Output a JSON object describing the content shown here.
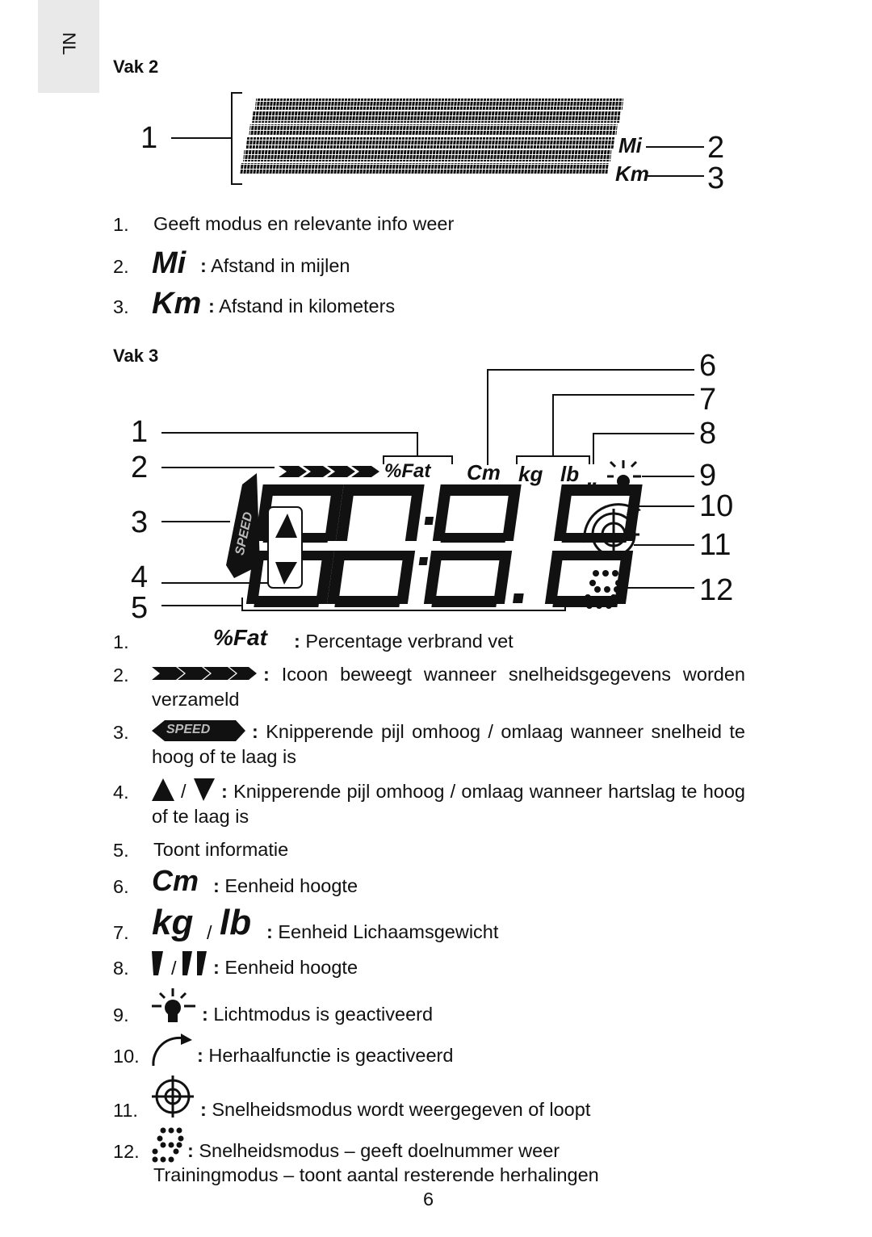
{
  "side_tab": "NL",
  "page_number": "6",
  "vak2": {
    "heading": "Vak 2",
    "labels": [
      "1",
      "2",
      "3"
    ],
    "lcd_mi": "Mi",
    "lcd_km": "Km",
    "items": [
      {
        "num": "1.",
        "text": "Geeft modus en relevante info weer"
      },
      {
        "num": "2.",
        "sep": ":",
        "text": "Afstand in mijlen",
        "icon": "mi-icon"
      },
      {
        "num": "3.",
        "sep": ":",
        "text": "Afstand in kilometers",
        "icon": "km-icon"
      }
    ]
  },
  "vak3": {
    "heading": "Vak 3",
    "labels_left": [
      "1",
      "2",
      "3",
      "4",
      "5"
    ],
    "labels_right": [
      "6",
      "7",
      "8",
      "9",
      "10",
      "11",
      "12"
    ],
    "lcd_fat": "%Fat",
    "lcd_cm": "Cm",
    "lcd_kg": "kg",
    "lcd_lb": "lb",
    "lcd_speed": "SPEED",
    "lcd_quote": "\"",
    "items": [
      {
        "num": "1.",
        "sep": ":",
        "text": "Percentage verbrand vet",
        "icon": "fat-icon"
      },
      {
        "num": "2.",
        "sep": ":",
        "text": "Icoon beweegt wanneer snelheidsgegevens worden verzameld",
        "icon": "chevron-arrows-icon"
      },
      {
        "num": "3.",
        "sep": ":",
        "text": "Knipperende pijl omhoog / omlaag wanneer snelheid te hoog of te laag is",
        "icon": "speed-icon"
      },
      {
        "num": "4.",
        "slash": "/",
        "sep": ":",
        "text": "Knipperende pijl omhoog / omlaag wanneer hartslag te hoog of te laag is",
        "icon": "heart-arrows-icon"
      },
      {
        "num": "5.",
        "text": "Toont informatie"
      },
      {
        "num": "6.",
        "sep": ":",
        "text": "Eenheid hoogte",
        "icon": "cm-icon"
      },
      {
        "num": "7.",
        "slash": "/",
        "sep": ":",
        "text": "Eenheid Lichaamsgewicht",
        "icon": "kg-lb-icon"
      },
      {
        "num": "8.",
        "slash": "/",
        "sep": ":",
        "text": "Eenheid hoogte",
        "icon": "feet-inch-icon"
      },
      {
        "num": "9.",
        "sep": ":",
        "text": "Lichtmodus is geactiveerd",
        "icon": "light-icon"
      },
      {
        "num": "10.",
        "sep": ":",
        "text": "Herhaalfunctie is geactiveerd",
        "icon": "repeat-icon"
      },
      {
        "num": "11.",
        "sep": ":",
        "text": "Snelheidsmodus wordt weergegeven of loopt",
        "icon": "target-icon"
      },
      {
        "num": "12.",
        "sep": ":",
        "text": "Snelheidsmodus – geeft doelnummer weer",
        "text2": "Trainingmodus – toont aantal resterende herhalingen",
        "icon": "digit-icon"
      }
    ]
  }
}
